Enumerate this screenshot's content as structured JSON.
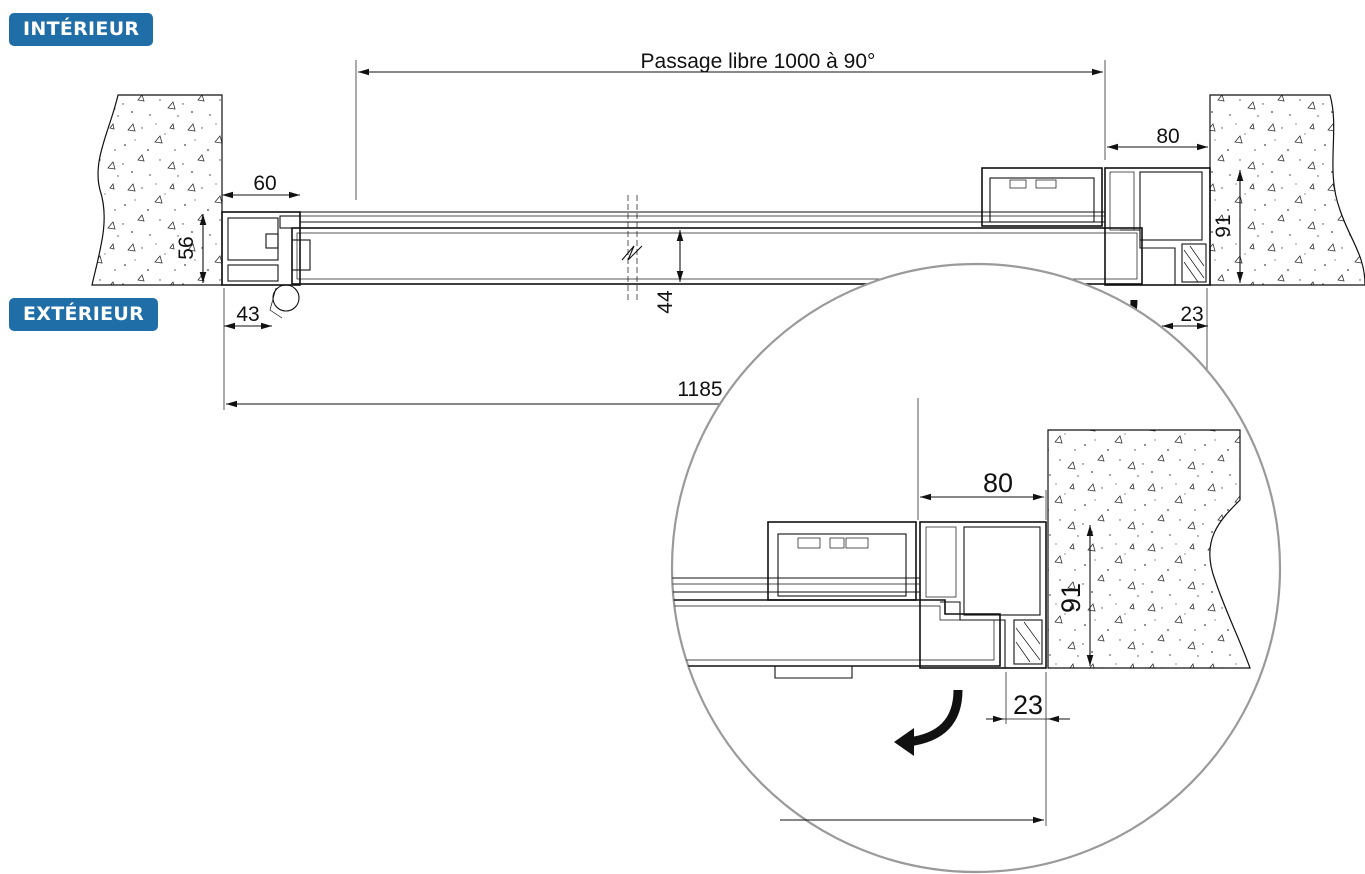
{
  "labels": {
    "interior": "INTÉRIEUR",
    "exterior": "EXTÉRIEUR"
  },
  "dimensions": {
    "passage": "Passage libre 1000 à 90°",
    "frame_width_right": "80",
    "frame_width_left": "60",
    "frame_depth_left": "56",
    "frame_depth_right": "91",
    "leaf_thickness": "44",
    "offset_left": "43",
    "offset_right": "23",
    "overall": "1185",
    "detail_frame_width": "80",
    "detail_frame_depth": "91",
    "detail_offset": "23"
  },
  "colors": {
    "badge": "#1f6ea8",
    "concrete_outline": "#111111",
    "detail_circle": "#9a9a9a"
  }
}
